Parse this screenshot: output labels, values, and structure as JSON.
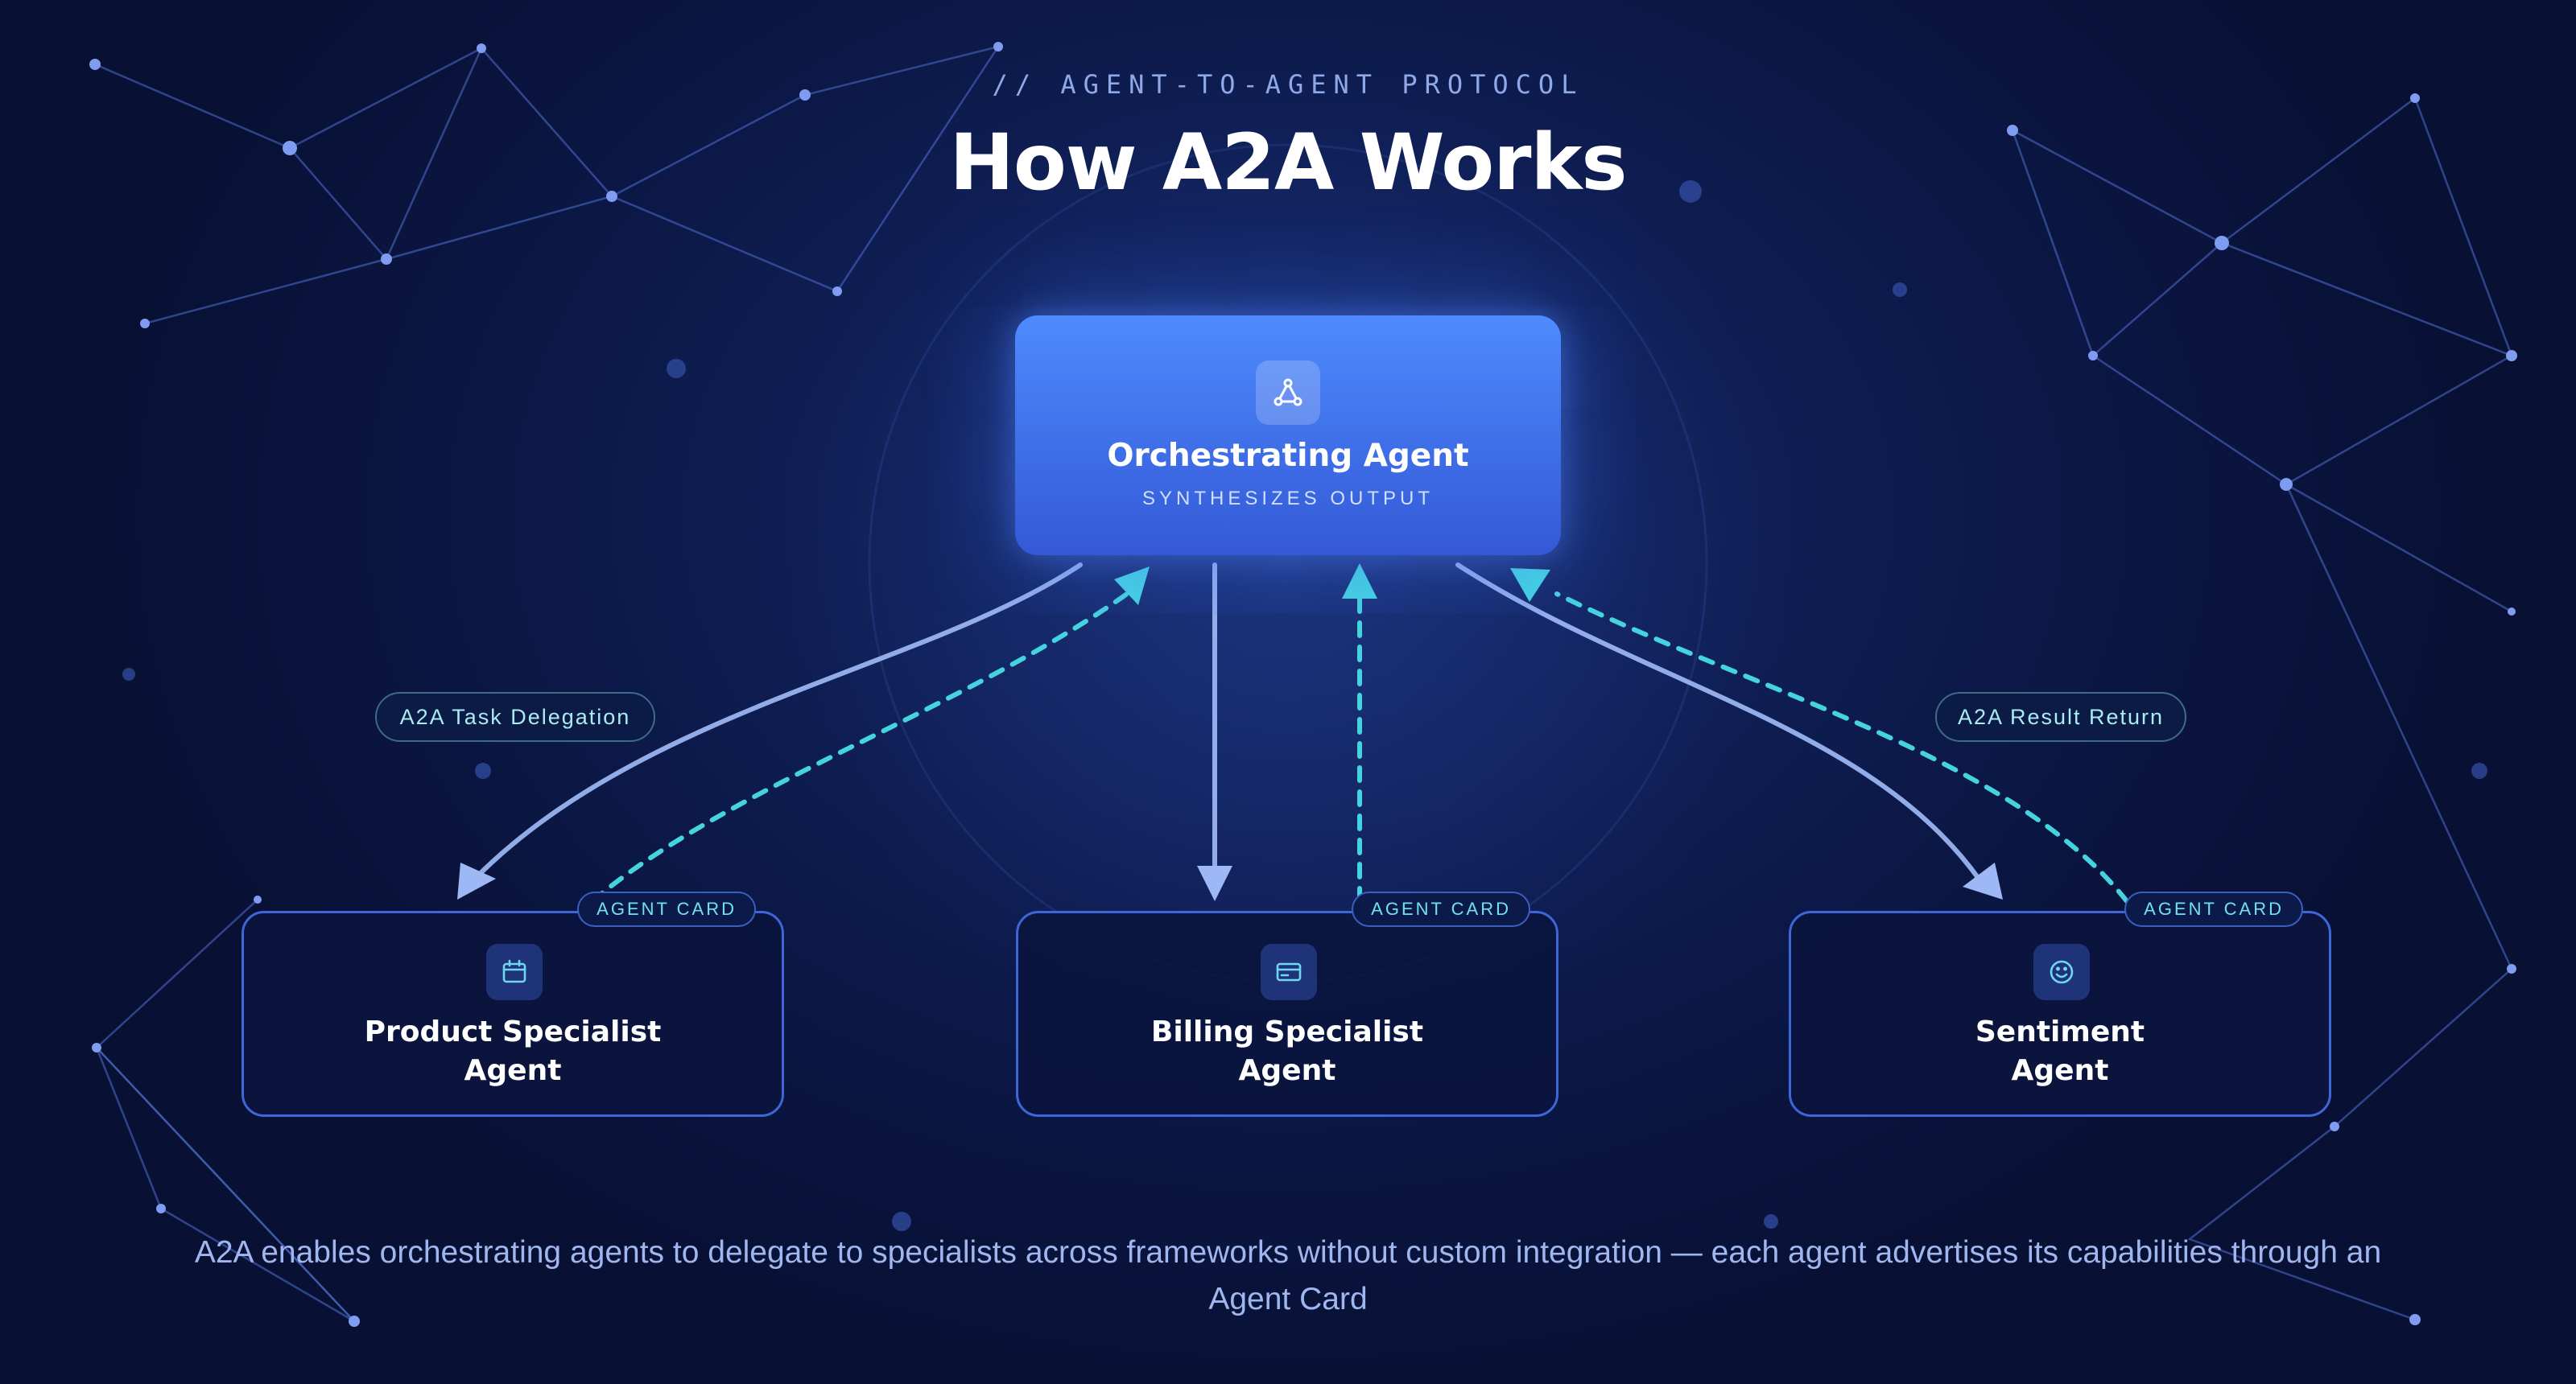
{
  "header": {
    "eyebrow": "// AGENT-TO-AGENT PROTOCOL",
    "title": "How A2A Works"
  },
  "orchestrator": {
    "name": "Orchestrating Agent",
    "subtitle": "SYNTHESIZES OUTPUT",
    "icon": "network-nodes-icon"
  },
  "agents": [
    {
      "name_line1": "Product Specialist",
      "name_line2": "Agent",
      "badge": "AGENT CARD",
      "icon": "calendar-icon"
    },
    {
      "name_line1": "Billing Specialist",
      "name_line2": "Agent",
      "badge": "AGENT CARD",
      "icon": "credit-card-icon"
    },
    {
      "name_line1": "Sentiment",
      "name_line2": "Agent",
      "badge": "AGENT CARD",
      "icon": "smiley-icon"
    }
  ],
  "labels": {
    "delegation": "A2A Task Delegation",
    "result": "A2A Result Return"
  },
  "caption": "A2A enables orchestrating agents to delegate to specialists across frameworks without custom integration — each agent advertises its capabilities through an Agent Card",
  "colors": {
    "delegation_arrow": "#9db8f5",
    "return_arrow": "#45d3e0",
    "orchestrator_fill": "#4a7ffb",
    "agent_border": "#3e66d8"
  }
}
